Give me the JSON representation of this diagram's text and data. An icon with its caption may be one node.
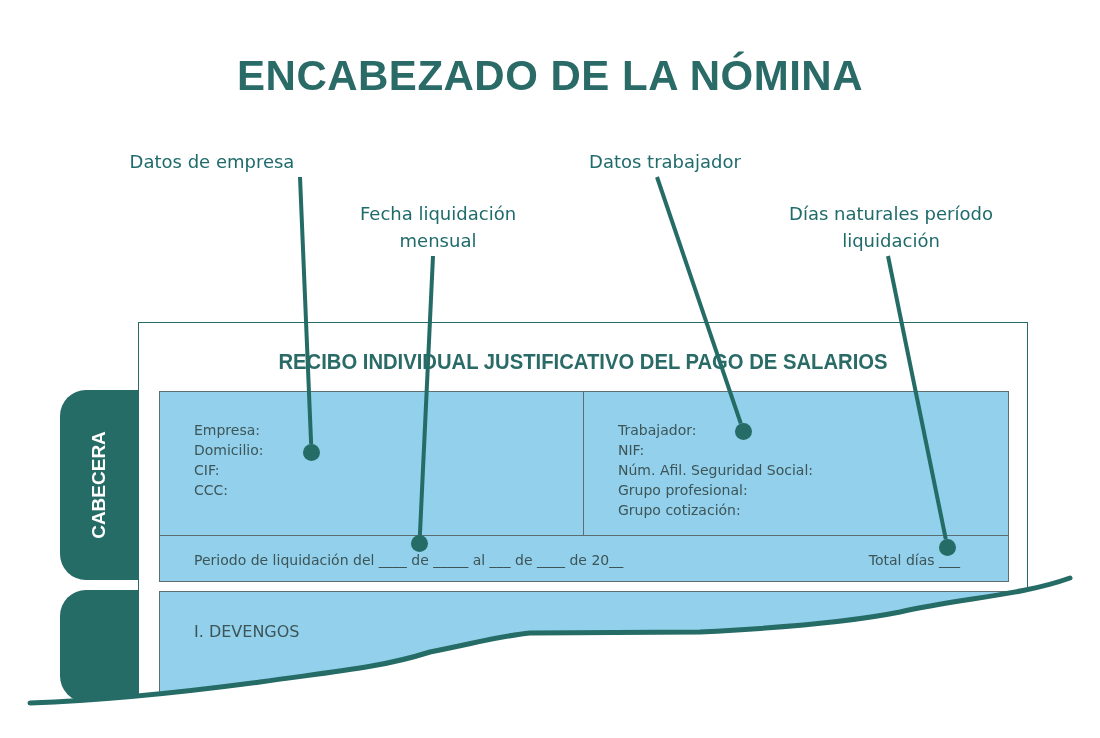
{
  "diagram": {
    "title": "ENCABEZADO DE LA NÓMINA",
    "nodes": [
      {
        "text": [
          "Datos de empresa"
        ]
      },
      {
        "text": [
          "Fecha liquidación mensual"
        ]
      },
      {
        "text": [
          "Datos trabajador"
        ]
      },
      {
        "text": [
          "Días naturales período liquidación"
        ]
      },
      {
        "text": [
          "RECIBO INDIVIDUAL JUSTIFICATIVO DEL PAGO DE SALARIOS"
        ]
      },
      {
        "text": [
          "Empresa:",
          "Domicilio:",
          "CIF:",
          "CCC:"
        ],
        "in": 4
      },
      {
        "text": [
          "Trabajador:",
          "NIF:",
          "Núm. Afil. Seguridad Social:",
          "Grupo profesional:",
          "Grupo cotización:"
        ],
        "in": 4
      },
      {
        "text": [
          "Periodo de liquidación del ____ de _____ al ___ de ____ de 20__",
          "Total días ___"
        ],
        "in": 4
      },
      {
        "text": [
          "I. DEVENGOS"
        ],
        "in": 4
      },
      {
        "text": [
          "CABECERA"
        ]
      },
      {
        "text": [],
        "shape": "box"
      },
      {
        "text": [],
        "shape": "circle",
        "in": 5
      },
      {
        "text": [],
        "shape": "circle",
        "in": 7
      },
      {
        "text": [],
        "shape": "circle",
        "in": 6
      },
      {
        "text": [],
        "shape": "circle",
        "in": 7
      }
    ],
    "edges": [
      {
        "from": 0,
        "to": 11,
        "arrow": "none"
      },
      {
        "from": 1,
        "to": 12,
        "arrow": "none"
      },
      {
        "from": 2,
        "to": 13,
        "arrow": "none"
      },
      {
        "from": 3,
        "to": 14,
        "arrow": "none"
      }
    ]
  }
}
